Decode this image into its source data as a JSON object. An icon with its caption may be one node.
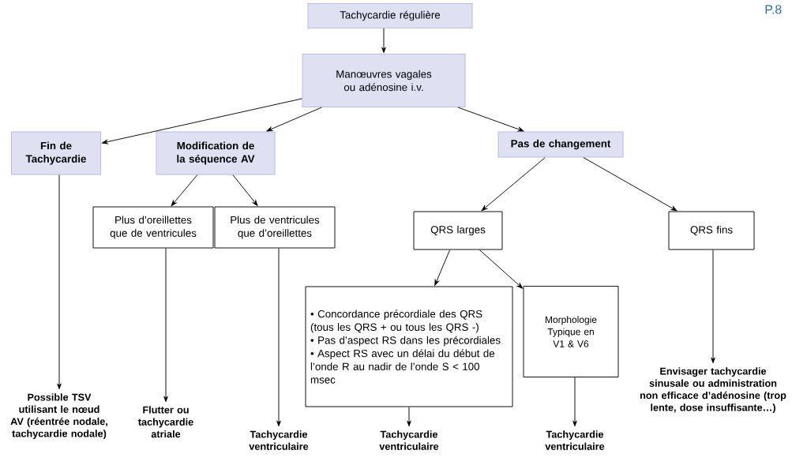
{
  "diagram": {
    "nodes": [
      {
        "text": [
          "Tachycardie régulière"
        ]
      },
      {
        "text": [
          "Manœuvres vagales ou adénosine i.v."
        ]
      },
      {
        "text": [
          "Fin de Tachycardie"
        ]
      },
      {
        "text": [
          "Modification de la séquence AV"
        ]
      },
      {
        "text": [
          "Pas de changement"
        ]
      },
      {
        "text": [
          "Plus d’oreillettes que de ventricules"
        ]
      },
      {
        "text": [
          "Plus de ventricules que d’oreillettes"
        ]
      },
      {
        "text": [
          "QRS larges"
        ]
      },
      {
        "text": [
          "QRS fins"
        ]
      },
      {
        "text": [
          "• Concordance précordiale des QRS (tous les QRS + ou tous les QRS -)",
          "• Pas d’aspect RS dans les précordiales",
          "• Aspect RS avec un délai du début de l’onde R au nadir de l’onde S < 100 msec"
        ]
      },
      {
        "text": [
          "Morphologie Typique en V1 & V6"
        ]
      },
      {
        "text": [
          "Possible TSV utilisant le nœud AV (réentrée nodale, tachycardie nodale)"
        ]
      },
      {
        "text": [
          "Flutter ou tachycardie atriale"
        ]
      },
      {
        "text": [
          "Tachycardie ventriculaire"
        ]
      },
      {
        "text": [
          "Tachycardie ventriculaire"
        ]
      },
      {
        "text": [
          "Tachycardie ventriculaire"
        ]
      },
      {
        "text": [
          "Envisager tachycardie sinusale ou administration non efficace d’adénosine (trop lente, dose insuffisante…)"
        ]
      }
    ],
    "edges": [
      {
        "from": 0,
        "to": 1,
        "arrow": "to"
      },
      {
        "from": 1,
        "to": 2,
        "arrow": "to"
      },
      {
        "from": 1,
        "to": 3,
        "arrow": "to"
      },
      {
        "from": 1,
        "to": 4,
        "arrow": "to"
      },
      {
        "from": 3,
        "to": 5,
        "arrow": "to"
      },
      {
        "from": 3,
        "to": 6,
        "arrow": "to"
      },
      {
        "from": 4,
        "to": 7,
        "arrow": "to"
      },
      {
        "from": 4,
        "to": 8,
        "arrow": "to"
      },
      {
        "from": 7,
        "to": 9,
        "arrow": "to"
      },
      {
        "from": 7,
        "to": 10,
        "arrow": "to"
      },
      {
        "from": 2,
        "to": 11,
        "arrow": "to"
      },
      {
        "from": 5,
        "to": 12,
        "arrow": "to"
      },
      {
        "from": 6,
        "to": 13,
        "arrow": "to"
      },
      {
        "from": 9,
        "to": 14,
        "arrow": "to"
      },
      {
        "from": 10,
        "to": 15,
        "arrow": "to"
      },
      {
        "from": 8,
        "to": 16,
        "arrow": "to"
      }
    ],
    "labels": [
      "P.8"
    ]
  }
}
